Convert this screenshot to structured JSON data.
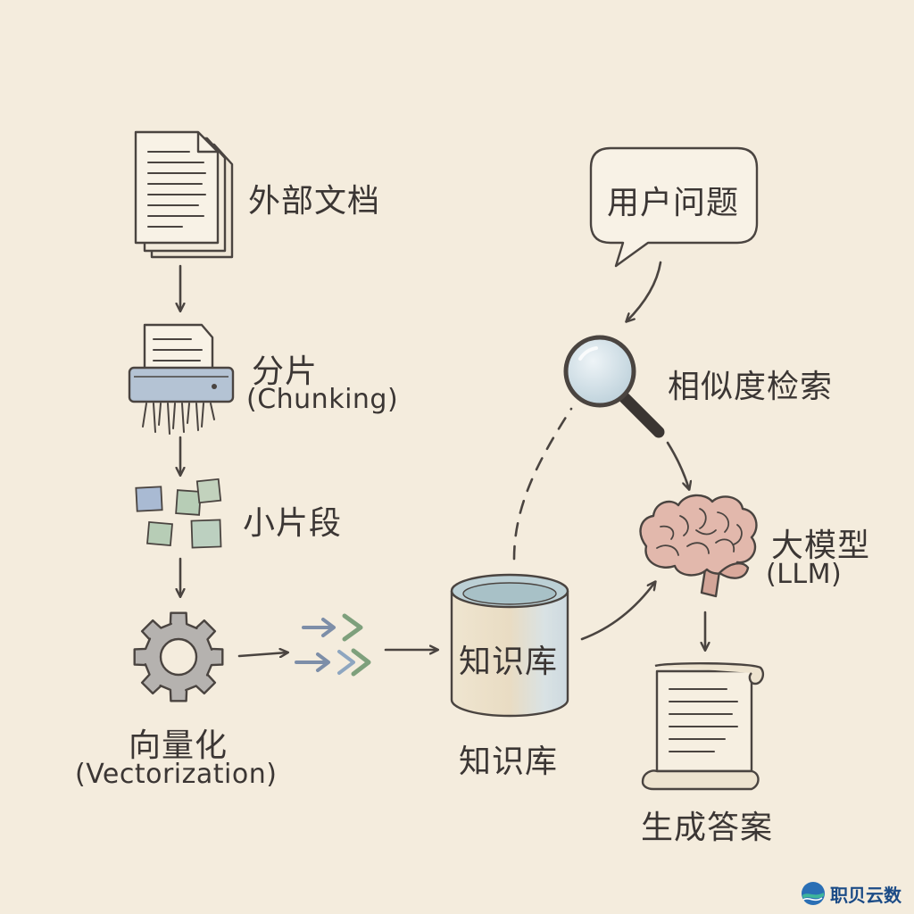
{
  "nodes": {
    "external_docs": "外部文档",
    "chunking": "分片",
    "chunking_en": "(Chunking)",
    "small_chunks": "小片段",
    "vectorization": "向量化",
    "vectorization_en": "(Vectorization)",
    "knowledge_base_inner": "知识库",
    "knowledge_base": "知识库",
    "user_question": "用户问题",
    "similarity_search": "相似度检索",
    "llm": "大模型",
    "llm_en": "(LLM)",
    "answer": "生成答案"
  },
  "brand": {
    "name": "职贝云数"
  },
  "colors": {
    "background": "#f4ecdd",
    "ink": "#3b3634",
    "chunk_blue": "#a9bad3",
    "chunk_green": "#b7cdb6",
    "brain": "#e2b8ac",
    "brand": "#1b4b86"
  },
  "icons": [
    "document-stack-icon",
    "shredder-icon",
    "chunks-icon",
    "gear-icon",
    "vector-arrows-icon",
    "database-icon",
    "speech-bubble-icon",
    "magnifier-icon",
    "brain-icon",
    "scroll-icon",
    "brand-logo-icon"
  ]
}
